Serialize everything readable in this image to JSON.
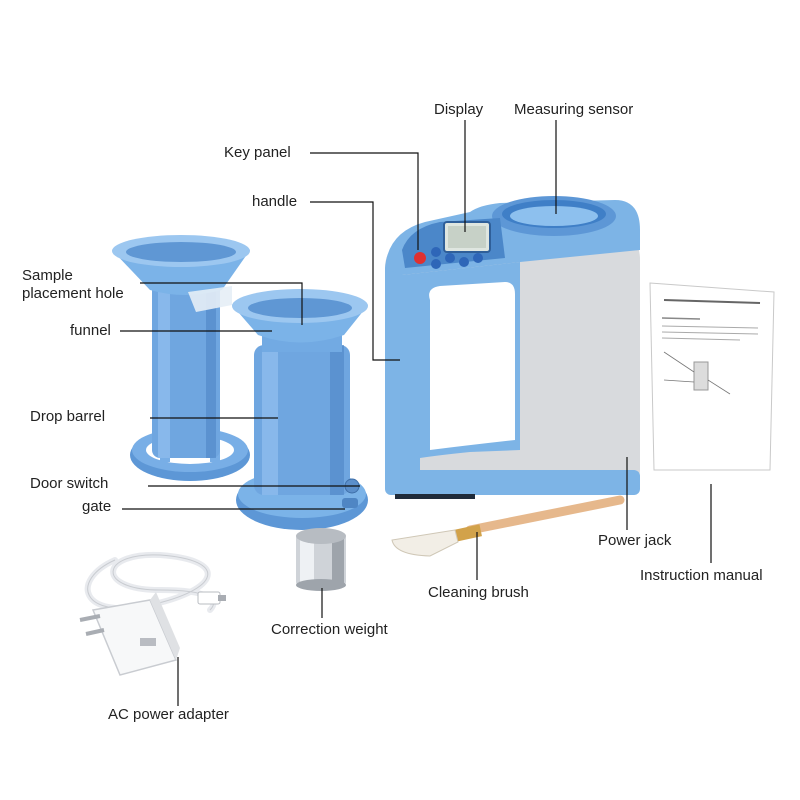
{
  "labels": {
    "display": "Display",
    "measuring_sensor": "Measuring sensor",
    "key_panel": "Key  panel",
    "handle": "handle",
    "sample_placement_hole": "Sample\nplacement hole",
    "funnel": "funnel",
    "drop_barrel": "Drop barrel",
    "door_switch": "Door switch",
    "gate": "gate",
    "power_jack": "Power jack",
    "cleaning_brush": "Cleaning brush",
    "instruction_manual": "Instruction manual",
    "correction_weight": "Correction weight",
    "ac_power_adapter": "AC power adapter"
  },
  "colors": {
    "device_blue": "#7bb3e3",
    "device_blue_dark": "#4f8fcc",
    "device_gray": "#d7d9dc",
    "funnel_blue": "#6fa6e0",
    "line": "#111111",
    "text": "#222222"
  }
}
